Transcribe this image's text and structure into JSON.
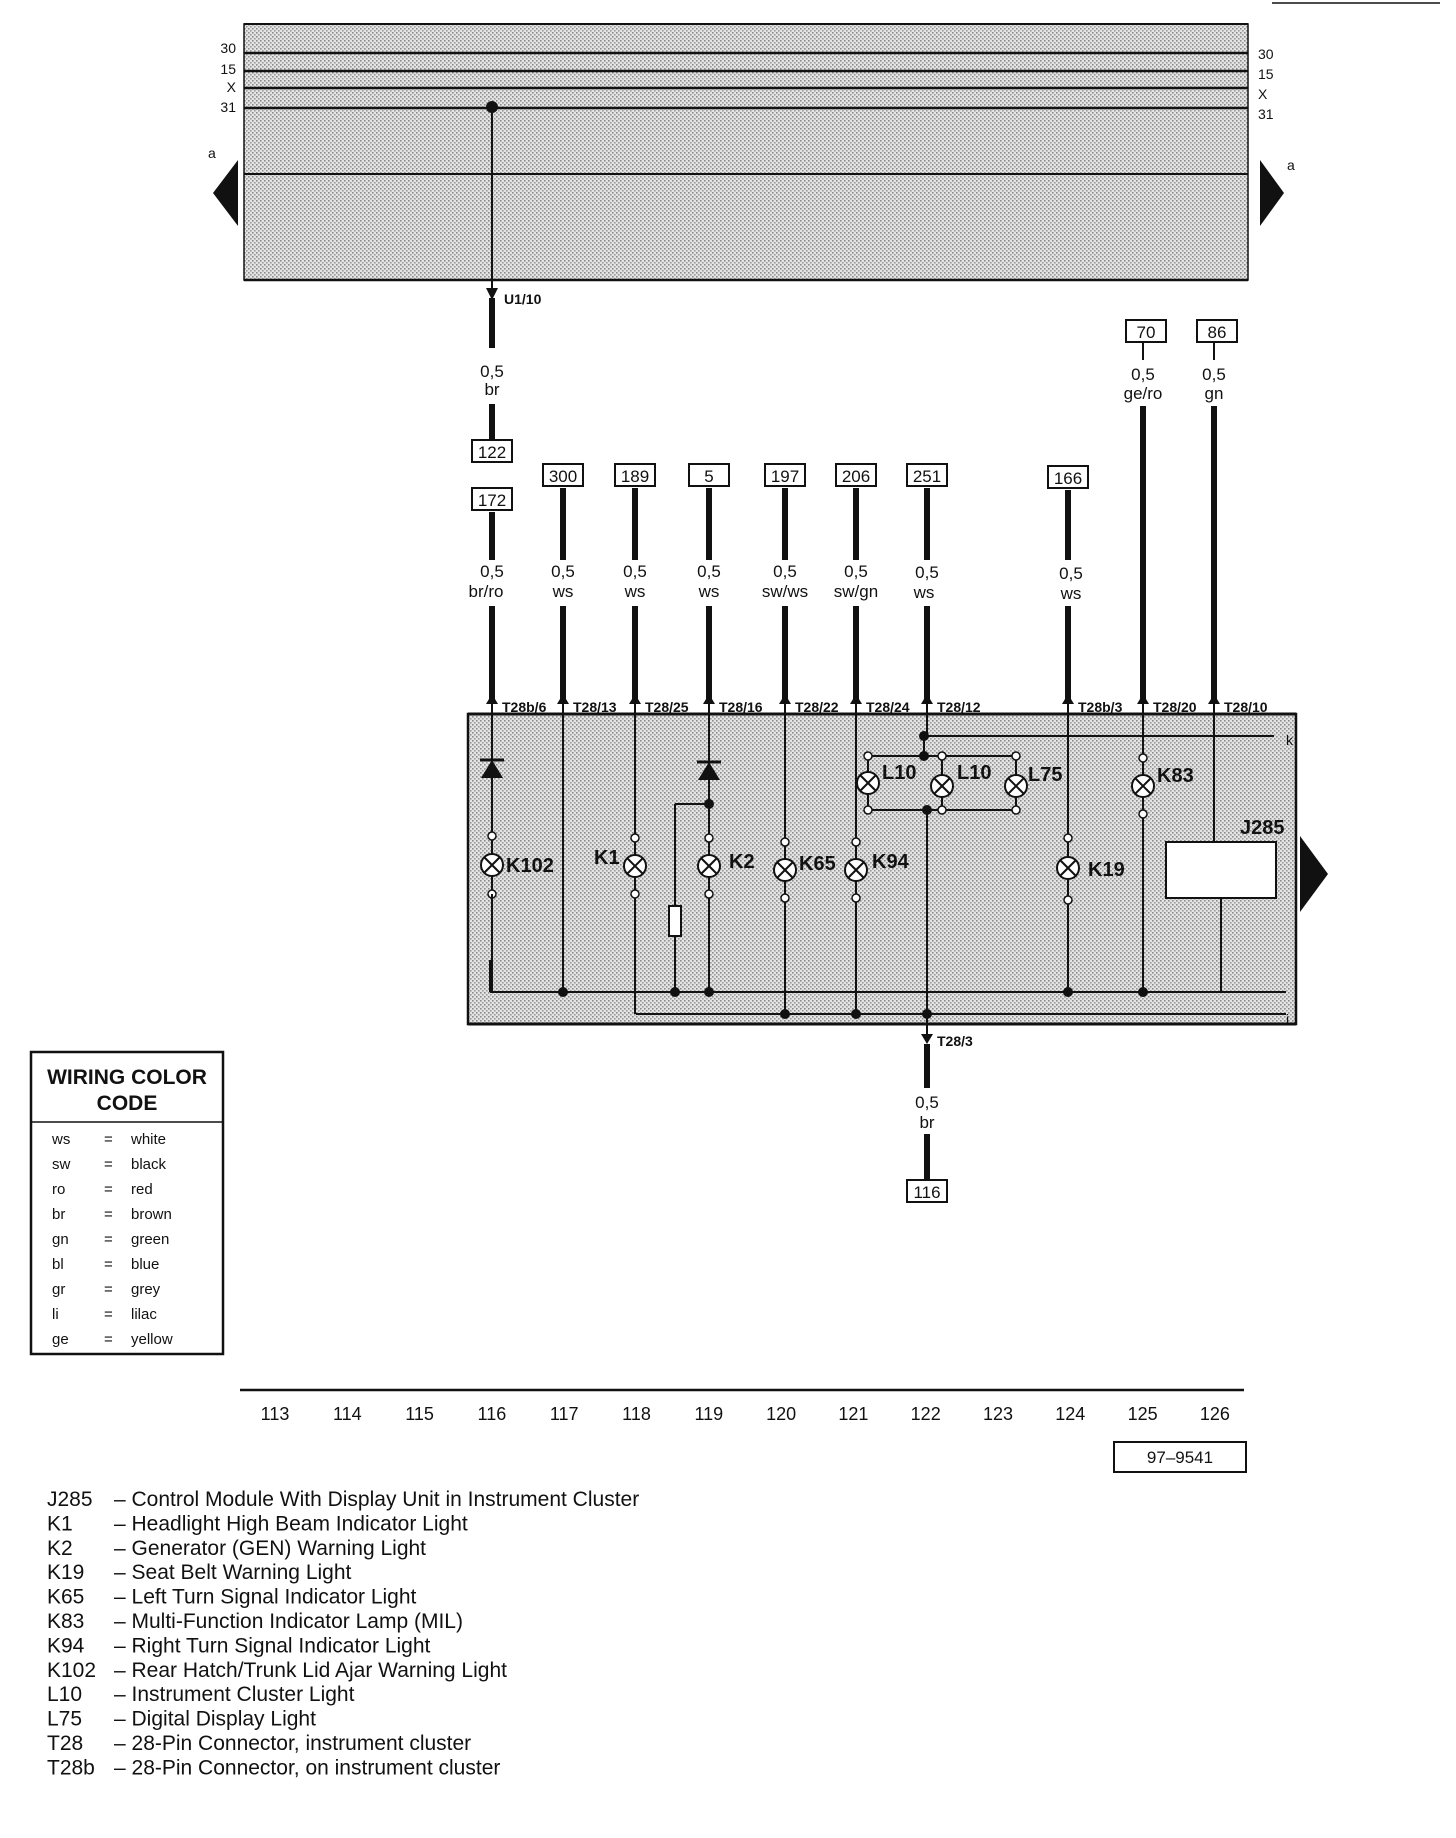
{
  "bus_labels": {
    "l30": "30",
    "l15": "15",
    "lx": "X",
    "l31": "31",
    "arrow": "a"
  },
  "ground_connection": "U1/10",
  "wires": {
    "w116_top": {
      "gauge": "0,5",
      "color": "br"
    },
    "w116": {
      "ref_top": "122",
      "ref": "172",
      "gauge": "0,5",
      "color": "br/ro",
      "conn": "T28b/6"
    },
    "w117": {
      "ref": "300",
      "gauge": "0,5",
      "color": "ws",
      "conn": "T28/13"
    },
    "w118": {
      "ref": "189",
      "gauge": "0,5",
      "color": "ws",
      "conn": "T28/25"
    },
    "w119": {
      "ref": "5",
      "gauge": "0,5",
      "color": "ws",
      "conn": "T28/16"
    },
    "w120": {
      "ref": "197",
      "gauge": "0,5",
      "color": "sw/ws",
      "conn": "T28/22"
    },
    "w121": {
      "ref": "206",
      "gauge": "0,5",
      "color": "sw/gn",
      "conn": "T28/24"
    },
    "w122": {
      "ref": "251",
      "gauge": "0,5",
      "color": "ws",
      "conn": "T28/12"
    },
    "w124": {
      "ref": "166",
      "gauge": "0,5",
      "color": "ws",
      "conn": "T28b/3"
    },
    "w125": {
      "ref": "70",
      "gauge": "0,5",
      "color": "ge/ro",
      "conn": "T28/20"
    },
    "w126": {
      "ref": "86",
      "gauge": "0,5",
      "color": "gn",
      "conn": "T28/10"
    },
    "w_bottom": {
      "conn": "T28/3",
      "gauge": "0,5",
      "color": "br",
      "ref": "116"
    }
  },
  "components": {
    "k102": "K102",
    "k1": "K1",
    "k2": "K2",
    "k65": "K65",
    "k94": "K94",
    "l10a": "L10",
    "l10b": "L10",
    "l75": "L75",
    "k19": "K19",
    "k83": "K83",
    "j285": "J285",
    "kmark": "k",
    "imark": "i"
  },
  "color_code": {
    "title_line1": "WIRING COLOR",
    "title_line2": "CODE",
    "rows": [
      {
        "abbr": "ws",
        "eq": "=",
        "name": "white"
      },
      {
        "abbr": "sw",
        "eq": "=",
        "name": "black"
      },
      {
        "abbr": "ro",
        "eq": "=",
        "name": "red"
      },
      {
        "abbr": "br",
        "eq": "=",
        "name": "brown"
      },
      {
        "abbr": "gn",
        "eq": "=",
        "name": "green"
      },
      {
        "abbr": "bl",
        "eq": "=",
        "name": "blue"
      },
      {
        "abbr": "gr",
        "eq": "=",
        "name": "grey"
      },
      {
        "abbr": "li",
        "eq": "=",
        "name": "lilac"
      },
      {
        "abbr": "ge",
        "eq": "=",
        "name": "yellow"
      }
    ]
  },
  "columns": [
    "113",
    "114",
    "115",
    "116",
    "117",
    "118",
    "119",
    "120",
    "121",
    "122",
    "123",
    "124",
    "125",
    "126"
  ],
  "diagram_id": "97–9541",
  "legend": [
    {
      "code": "J285",
      "desc": "– Control Module With Display Unit in Instrument Cluster"
    },
    {
      "code": "K1",
      "desc": "– Headlight High Beam Indicator Light"
    },
    {
      "code": "K2",
      "desc": "– Generator (GEN) Warning Light"
    },
    {
      "code": "K19",
      "desc": "– Seat Belt Warning Light"
    },
    {
      "code": "K65",
      "desc": "– Left Turn Signal Indicator Light"
    },
    {
      "code": "K83",
      "desc": "– Multi-Function Indicator Lamp (MIL)"
    },
    {
      "code": "K94",
      "desc": "– Right Turn Signal Indicator Light"
    },
    {
      "code": "K102",
      "desc": "– Rear Hatch/Trunk Lid Ajar Warning Light"
    },
    {
      "code": "L10",
      "desc": "– Instrument Cluster Light"
    },
    {
      "code": "L75",
      "desc": "– Digital Display Light"
    },
    {
      "code": "T28",
      "desc": "– 28-Pin Connector, instrument cluster"
    },
    {
      "code": "T28b",
      "desc": "– 28-Pin Connector, on instrument cluster"
    }
  ]
}
